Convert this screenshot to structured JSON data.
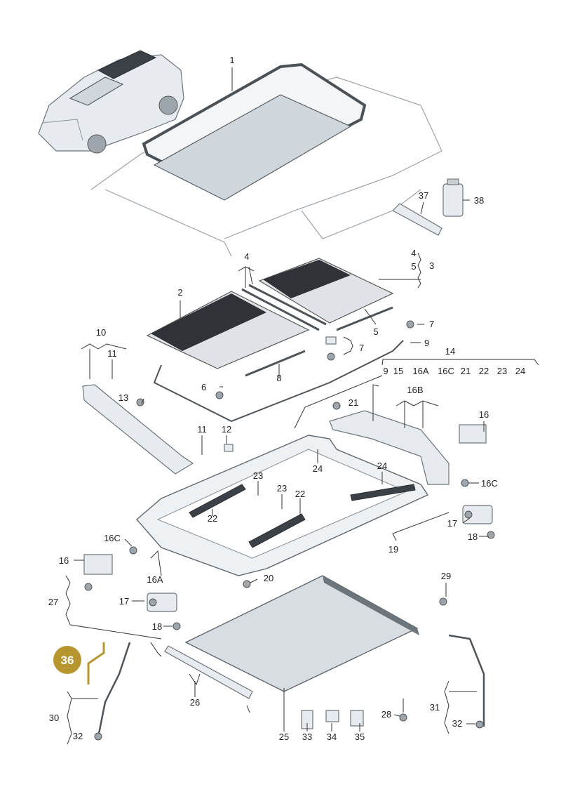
{
  "callouts": [
    {
      "id": "c1",
      "text": "1"
    },
    {
      "id": "c2",
      "text": "2"
    },
    {
      "id": "c3",
      "text": "3"
    },
    {
      "id": "c4a",
      "text": "4"
    },
    {
      "id": "c4b",
      "text": "4"
    },
    {
      "id": "c5a",
      "text": "5"
    },
    {
      "id": "c5b",
      "text": "5"
    },
    {
      "id": "c6",
      "text": "6"
    },
    {
      "id": "c7a",
      "text": "7"
    },
    {
      "id": "c7b",
      "text": "7"
    },
    {
      "id": "c8",
      "text": "8"
    },
    {
      "id": "c9a",
      "text": "9"
    },
    {
      "id": "c9b",
      "text": "9"
    },
    {
      "id": "c10",
      "text": "10"
    },
    {
      "id": "c11a",
      "text": "11"
    },
    {
      "id": "c11b",
      "text": "11"
    },
    {
      "id": "c12",
      "text": "12"
    },
    {
      "id": "c13",
      "text": "13"
    },
    {
      "id": "c14",
      "text": "14"
    },
    {
      "id": "c15",
      "text": "15"
    },
    {
      "id": "c16Aa",
      "text": "16A"
    },
    {
      "id": "c16Ca",
      "text": "16C"
    },
    {
      "id": "c21a",
      "text": "21"
    },
    {
      "id": "c22a",
      "text": "22"
    },
    {
      "id": "c23a",
      "text": "23"
    },
    {
      "id": "c24a",
      "text": "24"
    },
    {
      "id": "c16B",
      "text": "16B"
    },
    {
      "id": "c21b",
      "text": "21"
    },
    {
      "id": "c16a",
      "text": "16"
    },
    {
      "id": "c24b",
      "text": "24"
    },
    {
      "id": "c16Cb",
      "text": "16C"
    },
    {
      "id": "c24c",
      "text": "24"
    },
    {
      "id": "c23b",
      "text": "23"
    },
    {
      "id": "c23c",
      "text": "23"
    },
    {
      "id": "c22b",
      "text": "22"
    },
    {
      "id": "c22c",
      "text": "22"
    },
    {
      "id": "c17a",
      "text": "17"
    },
    {
      "id": "c18a",
      "text": "18"
    },
    {
      "id": "c19",
      "text": "19"
    },
    {
      "id": "c16Cc",
      "text": "16C"
    },
    {
      "id": "c16b",
      "text": "16"
    },
    {
      "id": "c16Ab",
      "text": "16A"
    },
    {
      "id": "c20",
      "text": "20"
    },
    {
      "id": "c27",
      "text": "27"
    },
    {
      "id": "c17b",
      "text": "17"
    },
    {
      "id": "c18b",
      "text": "18"
    },
    {
      "id": "c29",
      "text": "29"
    },
    {
      "id": "c36",
      "text": "36"
    },
    {
      "id": "c26",
      "text": "26"
    },
    {
      "id": "c30",
      "text": "30"
    },
    {
      "id": "c32a",
      "text": "32"
    },
    {
      "id": "c25",
      "text": "25"
    },
    {
      "id": "c33",
      "text": "33"
    },
    {
      "id": "c34",
      "text": "34"
    },
    {
      "id": "c35",
      "text": "35"
    },
    {
      "id": "c28",
      "text": "28"
    },
    {
      "id": "c31",
      "text": "31"
    },
    {
      "id": "c32b",
      "text": "32"
    },
    {
      "id": "c37",
      "text": "37"
    },
    {
      "id": "c38",
      "text": "38"
    }
  ],
  "colors": {
    "highlight_badge": "#b8962f",
    "highlight_line": "#b8962f",
    "line": "#333333",
    "part_fill": "#e7ebef",
    "glass_dark": "#3c4147"
  }
}
